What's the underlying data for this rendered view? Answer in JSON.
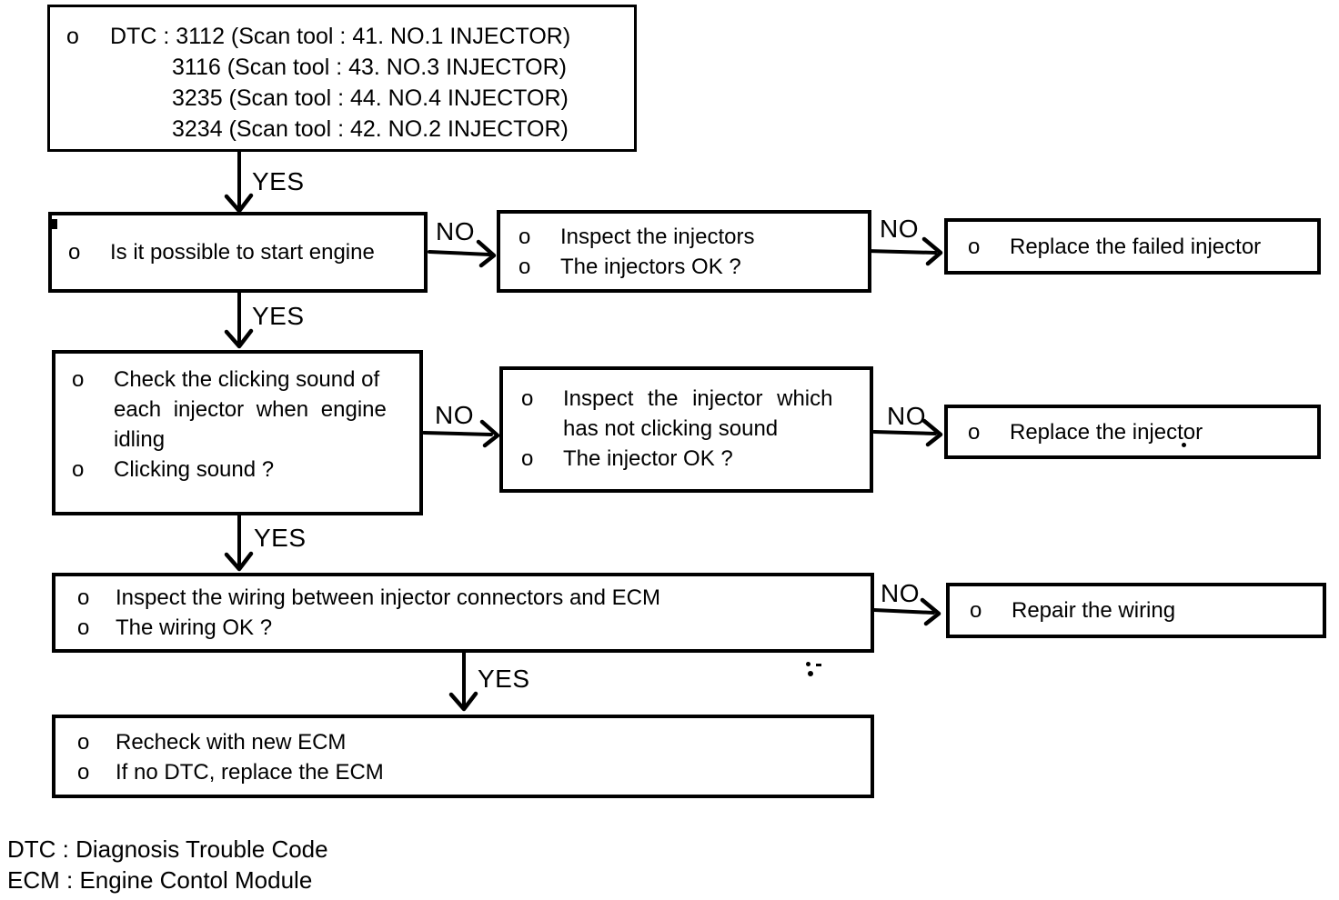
{
  "bullet": "o",
  "labels": {
    "yes": "YES",
    "no": "NO"
  },
  "boxes": {
    "dtc": {
      "line1": "DTC : 3112 (Scan tool : 41. NO.1 INJECTOR)",
      "line2": "3116 (Scan tool : 43. NO.3 INJECTOR)",
      "line3": "3235 (Scan tool : 44. NO.4 INJECTOR)",
      "line4": "3234 (Scan tool : 42. NO.2 INJECTOR)"
    },
    "start_engine": {
      "q": "Is it possible to start engine"
    },
    "inspect_injectors": {
      "l1": "Inspect the injectors",
      "l2": "The injectors OK ?"
    },
    "replace_failed_injector": {
      "l1": "Replace the failed injector"
    },
    "clicking_sound": {
      "l1a": "Check the clicking sound of",
      "l1b": "each injector when engine",
      "l1c": "idling",
      "l2": "Clicking sound ?"
    },
    "inspect_injector_not_clicking": {
      "l1a": "Inspect the injector which",
      "l1b": "has not clicking sound",
      "l2": "The injector OK ?"
    },
    "replace_injector": {
      "l1": "Replace the injector"
    },
    "inspect_wiring": {
      "l1": "Inspect the wiring between injector connectors and ECM",
      "l2": "The wiring OK ?"
    },
    "repair_wiring": {
      "l1": "Repair the wiring"
    },
    "recheck_ecm": {
      "l1": "Recheck with new ECM",
      "l2": "If no DTC, replace the ECM"
    }
  },
  "footer": {
    "line1": "DTC : Diagnosis Trouble Code",
    "line2": "ECM : Engine Contol Module"
  }
}
